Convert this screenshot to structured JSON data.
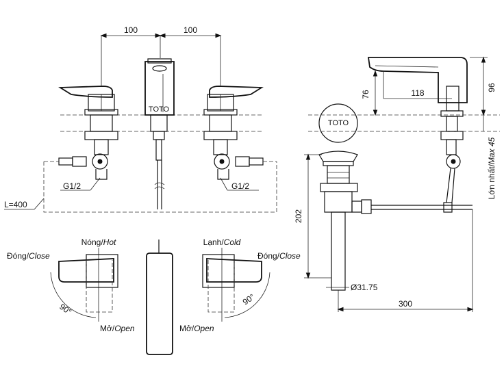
{
  "dimensions": {
    "spacing_left": "100",
    "spacing_right": "100",
    "spout_height": "76",
    "spout_reach": "118",
    "total_height": "96",
    "drain_height": "202",
    "drain_diameter": "Ø31.75",
    "rod_length": "300",
    "hose_length": "L=400"
  },
  "thread_left": "G1/2",
  "thread_right": "G1/2",
  "max_thickness": {
    "vn": "Lớn nhất/",
    "en": "Max 45"
  },
  "hot_handle": {
    "label_vn": "Nóng/",
    "label_en": "Hot",
    "close_vn": "Đóng/",
    "close_en": "Close",
    "open_vn": "Mở/",
    "open_en": "Open",
    "angle": "90°"
  },
  "cold_handle": {
    "label_vn": "Lạnh/",
    "label_en": "Cold",
    "close_vn": "Đóng/",
    "close_en": "Close",
    "open_vn": "Mở/",
    "open_en": "Open",
    "angle": "90°"
  },
  "brand_mark": "TOTO"
}
